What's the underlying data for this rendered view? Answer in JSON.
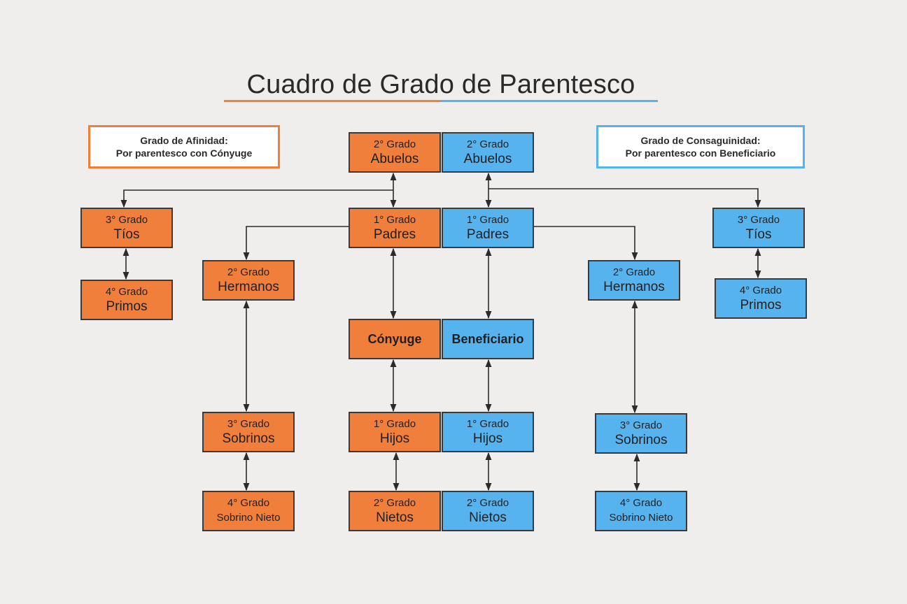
{
  "title": "Cuadro de Grado de Parentesco",
  "colors": {
    "affinity": "#f07f3c",
    "consanguinity": "#56b3ee",
    "border": "#3a3a3a",
    "line": "#2b2b2b"
  },
  "legend": {
    "affinity": {
      "line1": "Grado de Afinidad:",
      "line2": "Por parentesco con Cónyuge"
    },
    "consanguinity": {
      "line1": "Grado de Consaguinidad:",
      "line2": "Por parentesco con Beneficiario"
    }
  },
  "nodes": {
    "abuelos_a": {
      "degree": "2° Grado",
      "label": "Abuelos"
    },
    "abuelos_c": {
      "degree": "2° Grado",
      "label": "Abuelos"
    },
    "padres_a": {
      "degree": "1° Grado",
      "label": "Padres"
    },
    "padres_c": {
      "degree": "1° Grado",
      "label": "Padres"
    },
    "tios_a": {
      "degree": "3° Grado",
      "label": "Tíos"
    },
    "primos_a": {
      "degree": "4° Grado",
      "label": "Primos"
    },
    "tios_c": {
      "degree": "3° Grado",
      "label": "Tíos"
    },
    "primos_c": {
      "degree": "4° Grado",
      "label": "Primos"
    },
    "hermanos_a": {
      "degree": "2° Grado",
      "label": "Hermanos"
    },
    "hermanos_c": {
      "degree": "2° Grado",
      "label": "Hermanos"
    },
    "conyuge": {
      "label": "Cónyuge"
    },
    "beneficiario": {
      "label": "Beneficiario"
    },
    "sobrinos_a": {
      "degree": "3° Grado",
      "label": "Sobrinos"
    },
    "sobrinos_c": {
      "degree": "3° Grado",
      "label": "Sobrinos"
    },
    "hijos_a": {
      "degree": "1° Grado",
      "label": "Hijos"
    },
    "hijos_c": {
      "degree": "1° Grado",
      "label": "Hijos"
    },
    "sobrinonieto_a": {
      "degree": "4° Grado",
      "label": "Sobrino Nieto"
    },
    "sobrinonieto_c": {
      "degree": "4° Grado",
      "label": "Sobrino Nieto"
    },
    "nietos_a": {
      "degree": "2° Grado",
      "label": "Nietos"
    },
    "nietos_c": {
      "degree": "2° Grado",
      "label": "Nietos"
    }
  }
}
